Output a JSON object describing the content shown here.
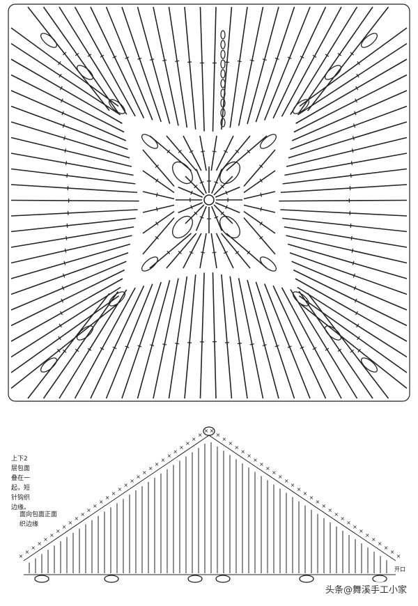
{
  "annotations": {
    "note_layers": "上下2\n层包面\n叠在一\n起，短\n针钩织\n边缘。",
    "note_edge": "面向包面正面\n织边缘",
    "opening_mark": "开口"
  },
  "watermark": "头条@舞溪手工小家",
  "colors": {
    "ink": "#222222",
    "background": "#ffffff"
  }
}
